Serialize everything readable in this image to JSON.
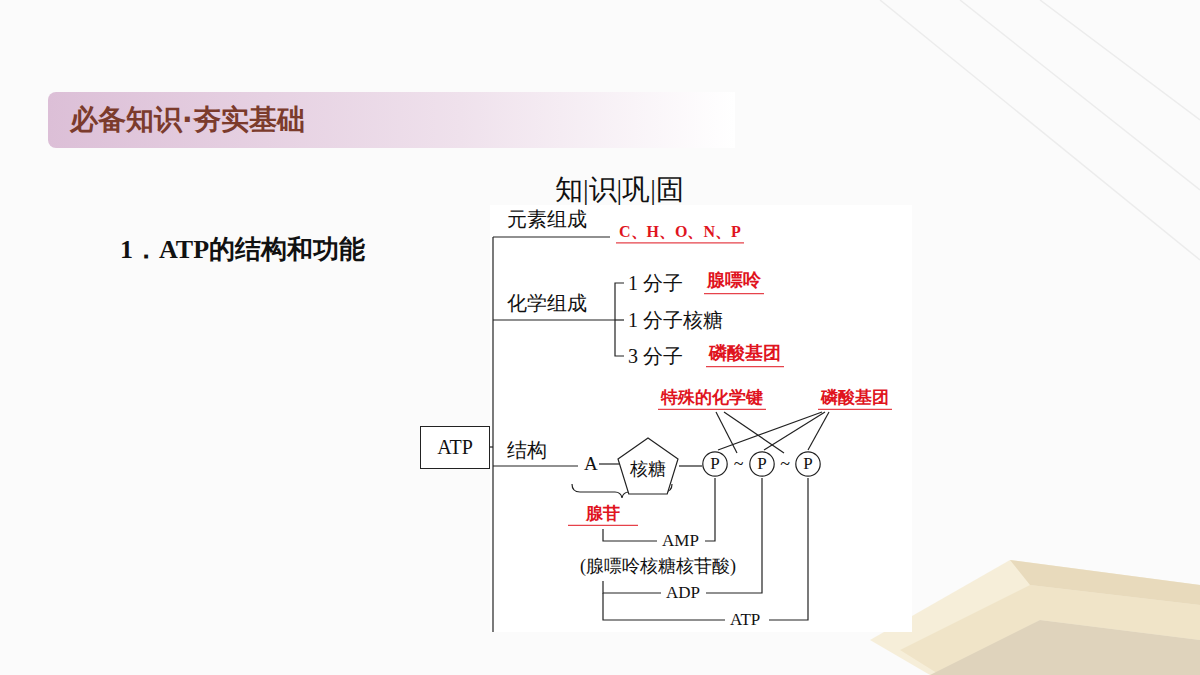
{
  "diagram": {
    "nodes": [
      {
        "text": [
          "必备知识·夯实基础"
        ]
      },
      {
        "text": [
          "ATP"
        ]
      },
      {
        "text": [
          "核糖"
        ]
      },
      {
        "text": [
          "P"
        ]
      },
      {
        "text": [
          "P"
        ]
      },
      {
        "text": [
          "P"
        ]
      }
    ],
    "edges": [
      {
        "from": 2,
        "to": 3,
        "arrow": "none"
      },
      {
        "from": 3,
        "to": 4,
        "label": "~",
        "arrow": "none"
      },
      {
        "from": 4,
        "to": 5,
        "label": "~",
        "arrow": "none"
      }
    ],
    "labels": [
      "1．ATP的结构和功能",
      "知|识|巩|固",
      "元素组成",
      "C、H、O、N、P",
      "化学组成",
      "1 分子",
      "腺嘌呤",
      "1 分子核糖",
      "3 分子",
      "磷酸基团",
      "结构",
      "特殊的化学键",
      "磷酸基团",
      "A",
      "腺苷",
      "AMP",
      "(腺嘌呤核糖核苷酸)",
      "ADP",
      "ATP"
    ]
  }
}
